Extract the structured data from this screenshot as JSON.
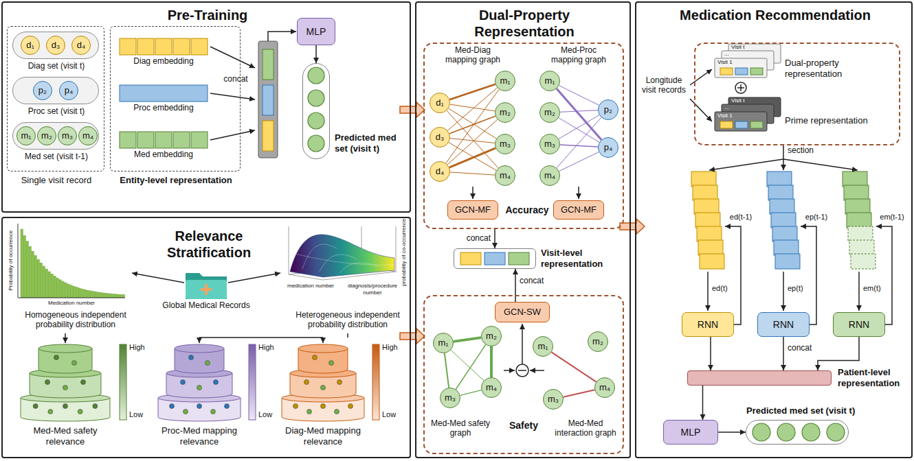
{
  "diagram": {
    "nodes": [
      {
        "text": [
          "Pre-Training"
        ]
      },
      {
        "text": [
          "Single visit record"
        ],
        "in": 0
      },
      {
        "text": [
          "Diag set (visit t)"
        ],
        "in": 1
      },
      {
        "text": [
          "d₁"
        ],
        "in": 2
      },
      {
        "text": [
          "d₃"
        ],
        "in": 2
      },
      {
        "text": [
          "d₄"
        ],
        "in": 2
      },
      {
        "text": [
          "Proc set (visit t)"
        ],
        "in": 1
      },
      {
        "text": [
          "p₂"
        ],
        "in": 6
      },
      {
        "text": [
          "p₄"
        ],
        "in": 6
      },
      {
        "text": [
          "Med set (visit t-1)"
        ],
        "in": 1
      },
      {
        "text": [
          "m₁"
        ],
        "in": 9
      },
      {
        "text": [
          "m₂"
        ],
        "in": 9
      },
      {
        "text": [
          "m₃"
        ],
        "in": 9
      },
      {
        "text": [
          "m₄"
        ],
        "in": 9
      },
      {
        "text": [
          "Entity-level representation"
        ],
        "in": 0
      },
      {
        "text": [
          "MLP"
        ],
        "in": 0
      },
      {
        "text": [
          "Predicted med set (visit t)"
        ],
        "in": 0
      },
      {
        "text": [
          "Relevance Stratification"
        ]
      },
      {
        "text": [
          "Global Medical Records"
        ],
        "in": 17
      },
      {
        "text": [
          "Med-Med safety relevance"
        ],
        "in": 17
      },
      {
        "text": [
          "Proc-Med mapping relevance"
        ],
        "in": 17
      },
      {
        "text": [
          "Diag-Med mapping relevance"
        ],
        "in": 17
      },
      {
        "text": [
          "Dual-Property Representation"
        ]
      },
      {
        "text": [
          "Accuracy"
        ],
        "in": 22
      },
      {
        "text": [
          "d₁"
        ],
        "in": 23
      },
      {
        "text": [
          "d₃"
        ],
        "in": 23
      },
      {
        "text": [
          "d₄"
        ],
        "in": 23
      },
      {
        "text": [
          "m₁"
        ],
        "in": 23
      },
      {
        "text": [
          "m₂"
        ],
        "in": 23
      },
      {
        "text": [
          "m₃"
        ],
        "in": 23
      },
      {
        "text": [
          "m₄"
        ],
        "in": 23
      },
      {
        "text": [
          "m₁"
        ],
        "in": 23
      },
      {
        "text": [
          "m₂"
        ],
        "in": 23
      },
      {
        "text": [
          "m₃"
        ],
        "in": 23
      },
      {
        "text": [
          "m₄"
        ],
        "in": 23
      },
      {
        "text": [
          "p₂"
        ],
        "in": 23
      },
      {
        "text": [
          "p₄"
        ],
        "in": 23
      },
      {
        "text": [
          "GCN-MF"
        ],
        "in": 23
      },
      {
        "text": [
          "GCN-MF"
        ],
        "in": 23
      },
      {
        "text": [
          "Visit-level representation"
        ],
        "in": 22
      },
      {
        "text": [
          "Safety"
        ],
        "in": 22
      },
      {
        "text": [
          "GCN-SW"
        ],
        "in": 40
      },
      {
        "text": [
          "m₁"
        ],
        "in": 40
      },
      {
        "text": [
          "m₂"
        ],
        "in": 40
      },
      {
        "text": [
          "m₃"
        ],
        "in": 40
      },
      {
        "text": [
          "m₄"
        ],
        "in": 40
      },
      {
        "text": [
          "m₁"
        ],
        "in": 40
      },
      {
        "text": [
          "m₂"
        ],
        "in": 40
      },
      {
        "text": [
          "m₃"
        ],
        "in": 40
      },
      {
        "text": [
          "m₄"
        ],
        "in": 40
      },
      {
        "text": [
          "Medication Recommendation"
        ]
      },
      {
        "text": [
          "Dual-property representation",
          "Prime representation"
        ],
        "in": 50
      },
      {
        "text": [
          "RNN"
        ],
        "in": 50
      },
      {
        "text": [
          "RNN"
        ],
        "in": 50
      },
      {
        "text": [
          "RNN"
        ],
        "in": 50
      },
      {
        "text": [
          "Patient-level representation"
        ],
        "in": 50
      },
      {
        "text": [
          "MLP"
        ],
        "in": 50
      },
      {
        "text": [
          "Predicted med set (visit t)"
        ],
        "in": 50
      }
    ],
    "edges": [
      {
        "from": 15,
        "to": 16,
        "arrow": "to"
      },
      {
        "from": 0,
        "to": 22,
        "arrow": "to"
      },
      {
        "from": 17,
        "to": 22,
        "arrow": "to"
      },
      {
        "from": 22,
        "to": 50,
        "arrow": "to"
      },
      {
        "from": 24,
        "to": 27,
        "arrow": "none"
      },
      {
        "from": 24,
        "to": 28,
        "arrow": "none"
      },
      {
        "from": 24,
        "to": 29,
        "arrow": "none"
      },
      {
        "from": 24,
        "to": 30,
        "arrow": "none"
      },
      {
        "from": 25,
        "to": 27,
        "arrow": "none"
      },
      {
        "from": 25,
        "to": 28,
        "arrow": "none"
      },
      {
        "from": 25,
        "to": 29,
        "arrow": "none"
      },
      {
        "from": 25,
        "to": 30,
        "arrow": "none"
      },
      {
        "from": 26,
        "to": 27,
        "arrow": "none"
      },
      {
        "from": 26,
        "to": 28,
        "arrow": "none"
      },
      {
        "from": 26,
        "to": 29,
        "arrow": "none"
      },
      {
        "from": 26,
        "to": 30,
        "arrow": "none"
      },
      {
        "from": 31,
        "to": 35,
        "arrow": "none"
      },
      {
        "from": 31,
        "to": 36,
        "arrow": "none"
      },
      {
        "from": 32,
        "to": 35,
        "arrow": "none"
      },
      {
        "from": 32,
        "to": 36,
        "arrow": "none"
      },
      {
        "from": 33,
        "to": 35,
        "arrow": "none"
      },
      {
        "from": 33,
        "to": 36,
        "arrow": "none"
      },
      {
        "from": 34,
        "to": 35,
        "arrow": "none"
      },
      {
        "from": 34,
        "to": 36,
        "arrow": "none"
      },
      {
        "from": 23,
        "to": 39,
        "arrow": "to"
      },
      {
        "from": 41,
        "to": 39,
        "arrow": "to"
      },
      {
        "from": 42,
        "to": 43,
        "arrow": "none"
      },
      {
        "from": 42,
        "to": 44,
        "arrow": "none"
      },
      {
        "from": 42,
        "to": 45,
        "arrow": "none"
      },
      {
        "from": 43,
        "to": 44,
        "arrow": "none"
      },
      {
        "from": 43,
        "to": 45,
        "arrow": "none"
      },
      {
        "from": 44,
        "to": 45,
        "arrow": "none"
      },
      {
        "from": 46,
        "to": 49,
        "arrow": "none"
      },
      {
        "from": 49,
        "to": 48,
        "arrow": "none"
      },
      {
        "from": 52,
        "to": 55,
        "arrow": "to"
      },
      {
        "from": 53,
        "to": 55,
        "arrow": "to"
      },
      {
        "from": 54,
        "to": 55,
        "arrow": "to"
      },
      {
        "from": 55,
        "to": 56,
        "arrow": "to"
      },
      {
        "from": 56,
        "to": 57,
        "arrow": "to"
      }
    ],
    "labels": [
      "Diag embedding",
      "Proc embedding",
      "Med embedding",
      "concat",
      "Probability of occurrence",
      "Medication number",
      "Homogeneous independent probability distribution",
      "medication number",
      "diagnosis/procedure number",
      "probability of co-occurrence",
      "Heterogeneous independent probability distribution",
      "High",
      "Low",
      "High",
      "Low",
      "High",
      "Low",
      "Med-Diag mapping graph",
      "Med-Proc mapping graph",
      "concat",
      "concat",
      "Med-Med safety graph",
      "Med-Med interaction graph",
      "Longitude visit records",
      "Visit t",
      "...",
      "Visit 1",
      "Visit t",
      "...",
      "Visit 1",
      "section",
      "ed(t-1)",
      "ep(t-1)",
      "em(t-1)",
      "ed(t)",
      "ep(t)",
      "em(t)",
      "concat"
    ]
  }
}
